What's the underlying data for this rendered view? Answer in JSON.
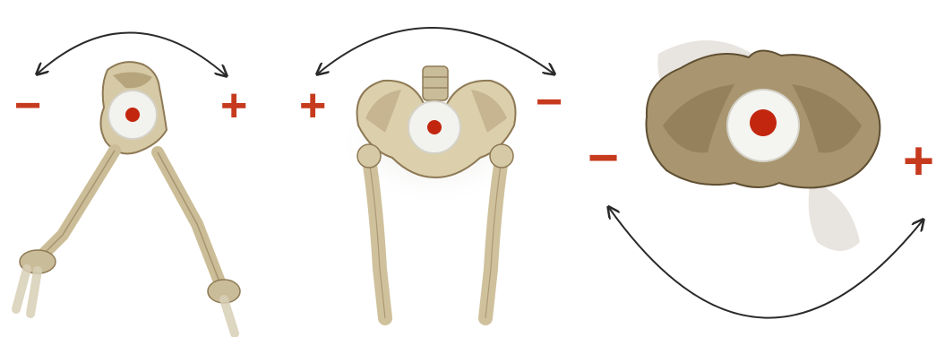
{
  "colors": {
    "sign": "#c63a1e",
    "bone": "#e7dcc0",
    "bone_shade": "#b6a57f",
    "bone_dark": "#7d6a47",
    "arrow": "#2a2a2a",
    "pivot_ring": "#f2f2ee",
    "pivot_dot": "#c2260f"
  },
  "panels": [
    {
      "view": "lateral",
      "minus_label": "−",
      "plus_label": "+"
    },
    {
      "view": "anterior",
      "minus_label": "−",
      "plus_label": "+"
    },
    {
      "view": "superior",
      "minus_label": "−",
      "plus_label": "+"
    }
  ]
}
